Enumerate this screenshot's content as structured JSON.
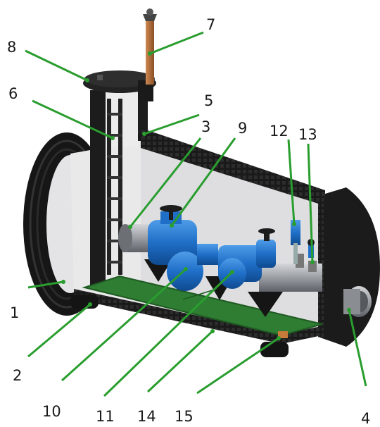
{
  "labels": {
    "l1": "1",
    "l2": "2",
    "l3": "3",
    "l4": "4",
    "l5": "5",
    "l6": "6",
    "l7": "7",
    "l8": "8",
    "l9": "9",
    "l10": "10",
    "l11": "11",
    "l12": "12",
    "l13": "13",
    "l14": "14",
    "l15": "15"
  },
  "colors": {
    "leader": "#2a9d2f",
    "tank": "#1c1c1c",
    "interior": "#e9e9ea",
    "valve": "#1f6fc8",
    "pipe": "#9a9da2",
    "floor": "#2e7d32",
    "vent": "#b5703e"
  },
  "icons": [
    "tank-body",
    "access-shaft",
    "vent-pipe",
    "backflow-valve-assembly",
    "side-nozzle",
    "floor-grating"
  ]
}
